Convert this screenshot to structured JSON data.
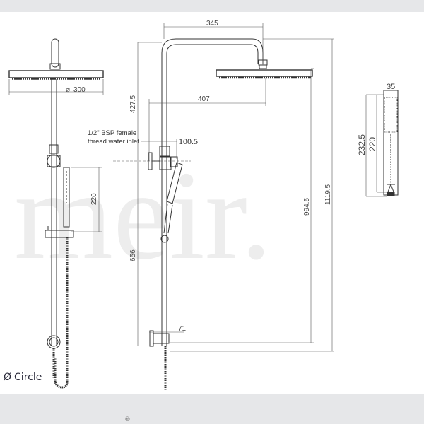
{
  "watermark": {
    "text": "meir."
  },
  "legend": {
    "symbol": "Ø",
    "label": "Circle"
  },
  "footer": {
    "registered_mark": "®"
  },
  "front_view": {
    "head_diameter_label": "300",
    "handshower_length": "220"
  },
  "side_view": {
    "arm_reach": "345",
    "head_offset": "407",
    "top_height": "427.5",
    "inlet_offset": "100.5",
    "inlet_note_line1": "1/2\" BSP female",
    "inlet_note_line2": "thread water inlet",
    "lower_height": "656",
    "head_height": "994.5",
    "overall_height": "1119.5",
    "wall_bracket_depth": "71"
  },
  "handshower_view": {
    "width": "35",
    "overall_length": "232.5",
    "body_length": "220"
  },
  "colors": {
    "band": "#e6e7e9",
    "line": "#333333",
    "watermark": "#ededed"
  }
}
